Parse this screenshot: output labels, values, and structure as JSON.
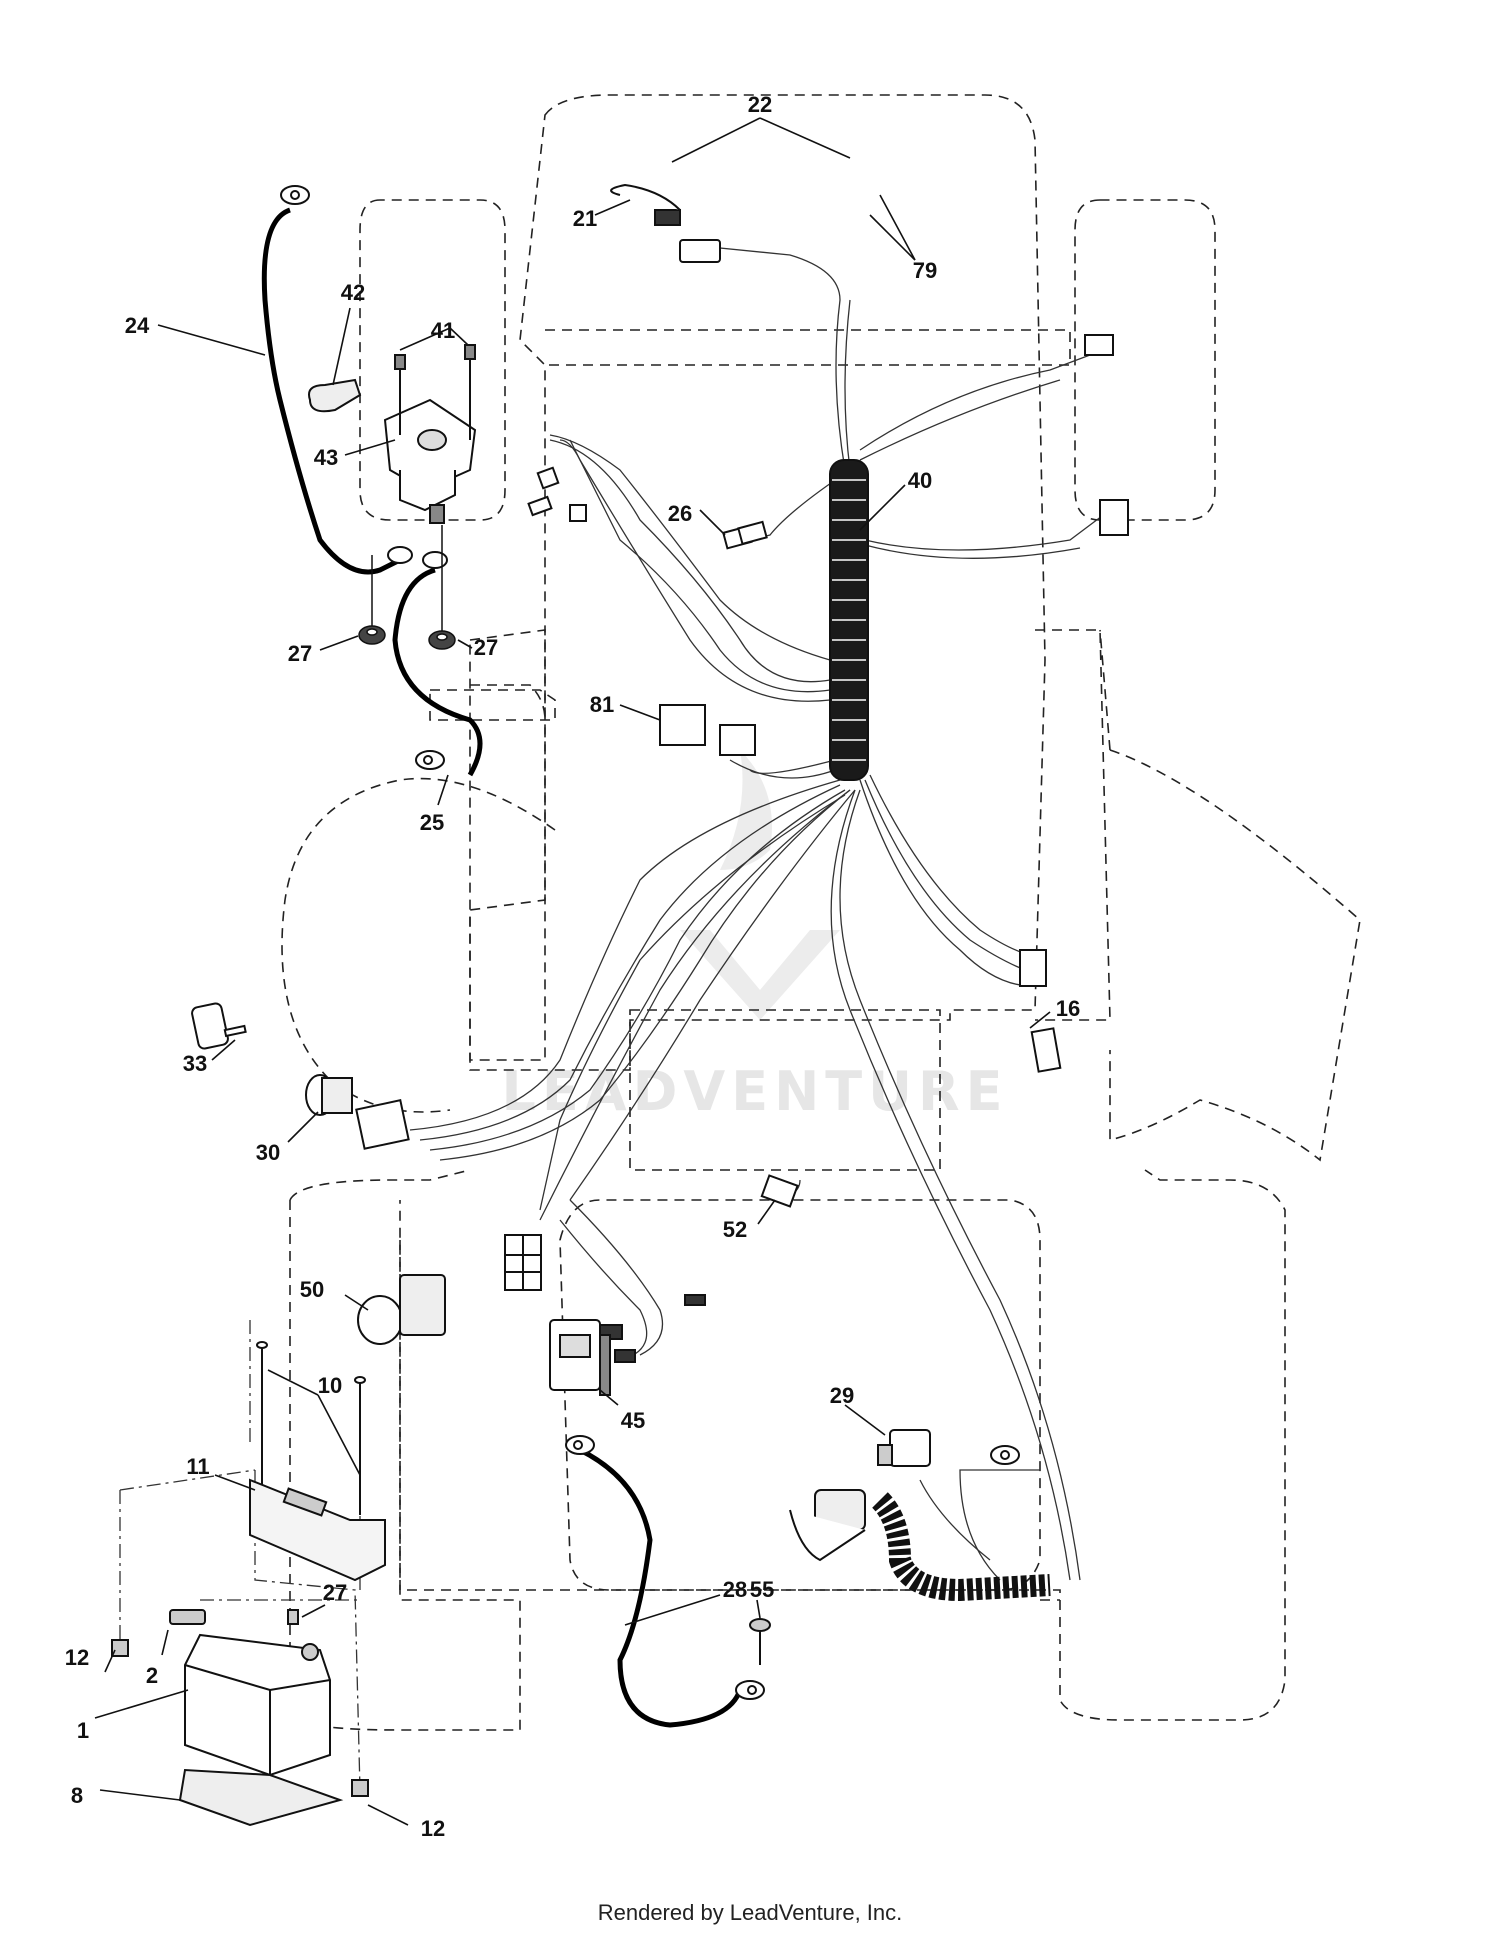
{
  "diagram": {
    "part_numbers": [
      "22",
      "21",
      "79",
      "24",
      "42",
      "41",
      "43",
      "40",
      "26",
      "27",
      "27",
      "81",
      "25",
      "33",
      "16",
      "30",
      "52",
      "50",
      "10",
      "11",
      "45",
      "29",
      "55",
      "28",
      "27",
      "12",
      "2",
      "1",
      "8",
      "12"
    ],
    "watermark": "LEADVENTURE",
    "footer": "Rendered by LeadVenture, Inc."
  }
}
